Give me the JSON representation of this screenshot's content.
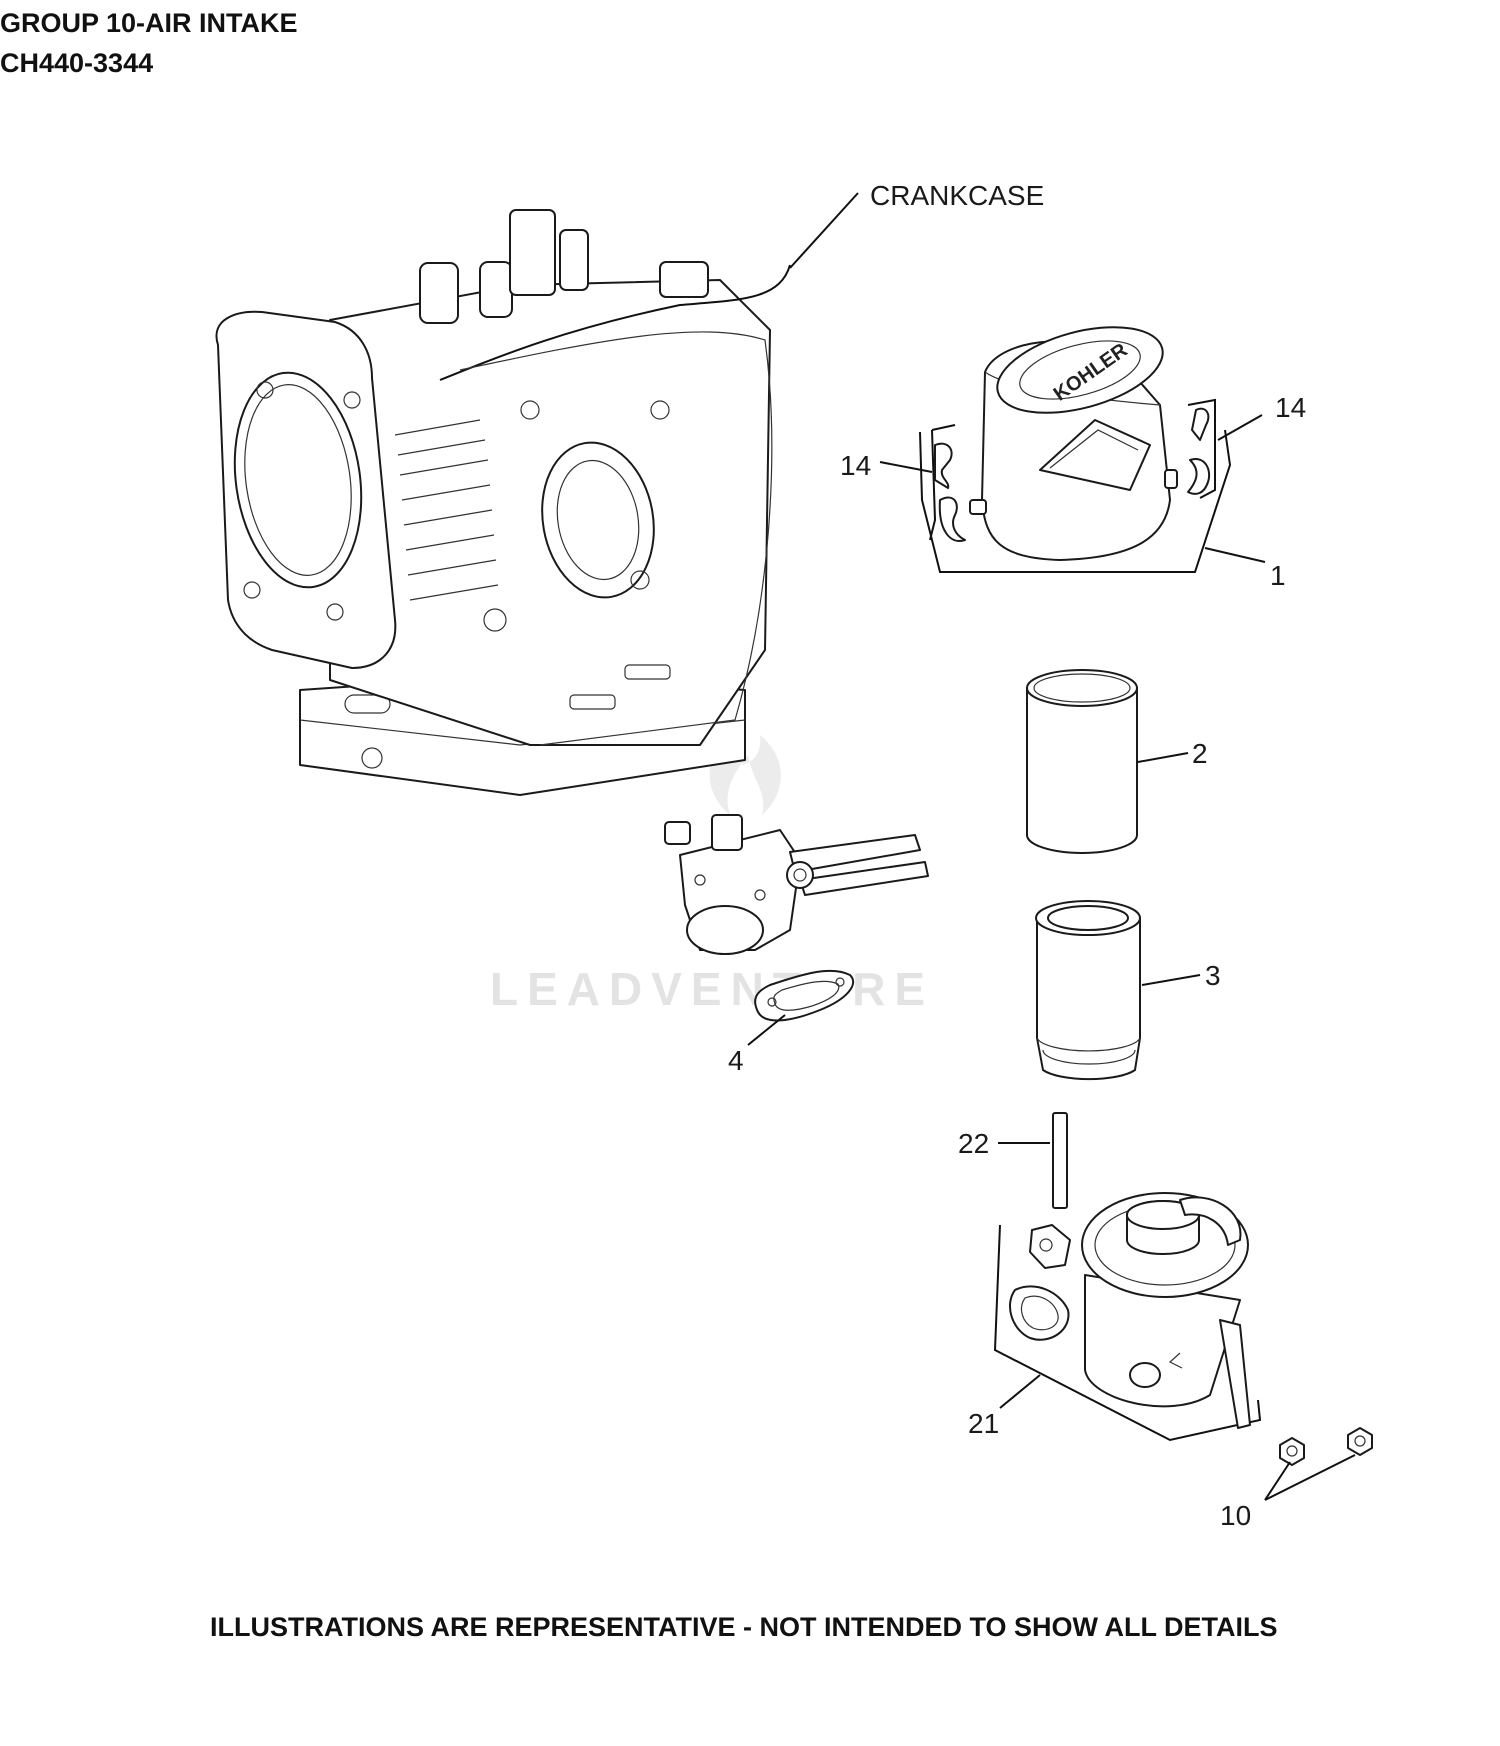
{
  "header": {
    "group_title": "GROUP 10-AIR INTAKE",
    "model_number": "CH440-3344"
  },
  "callouts": {
    "crankcase": "CRANKCASE",
    "c1": "1",
    "c2": "2",
    "c3": "3",
    "c4": "4",
    "c10": "10",
    "c14_left": "14",
    "c14_right": "14",
    "c21": "21",
    "c22": "22"
  },
  "branding": {
    "cover_logo": "KOHLER",
    "watermark": "LEADVENTURE"
  },
  "footer": {
    "note": "ILLUSTRATIONS ARE REPRESENTATIVE - NOT INTENDED TO SHOW ALL DETAILS"
  }
}
